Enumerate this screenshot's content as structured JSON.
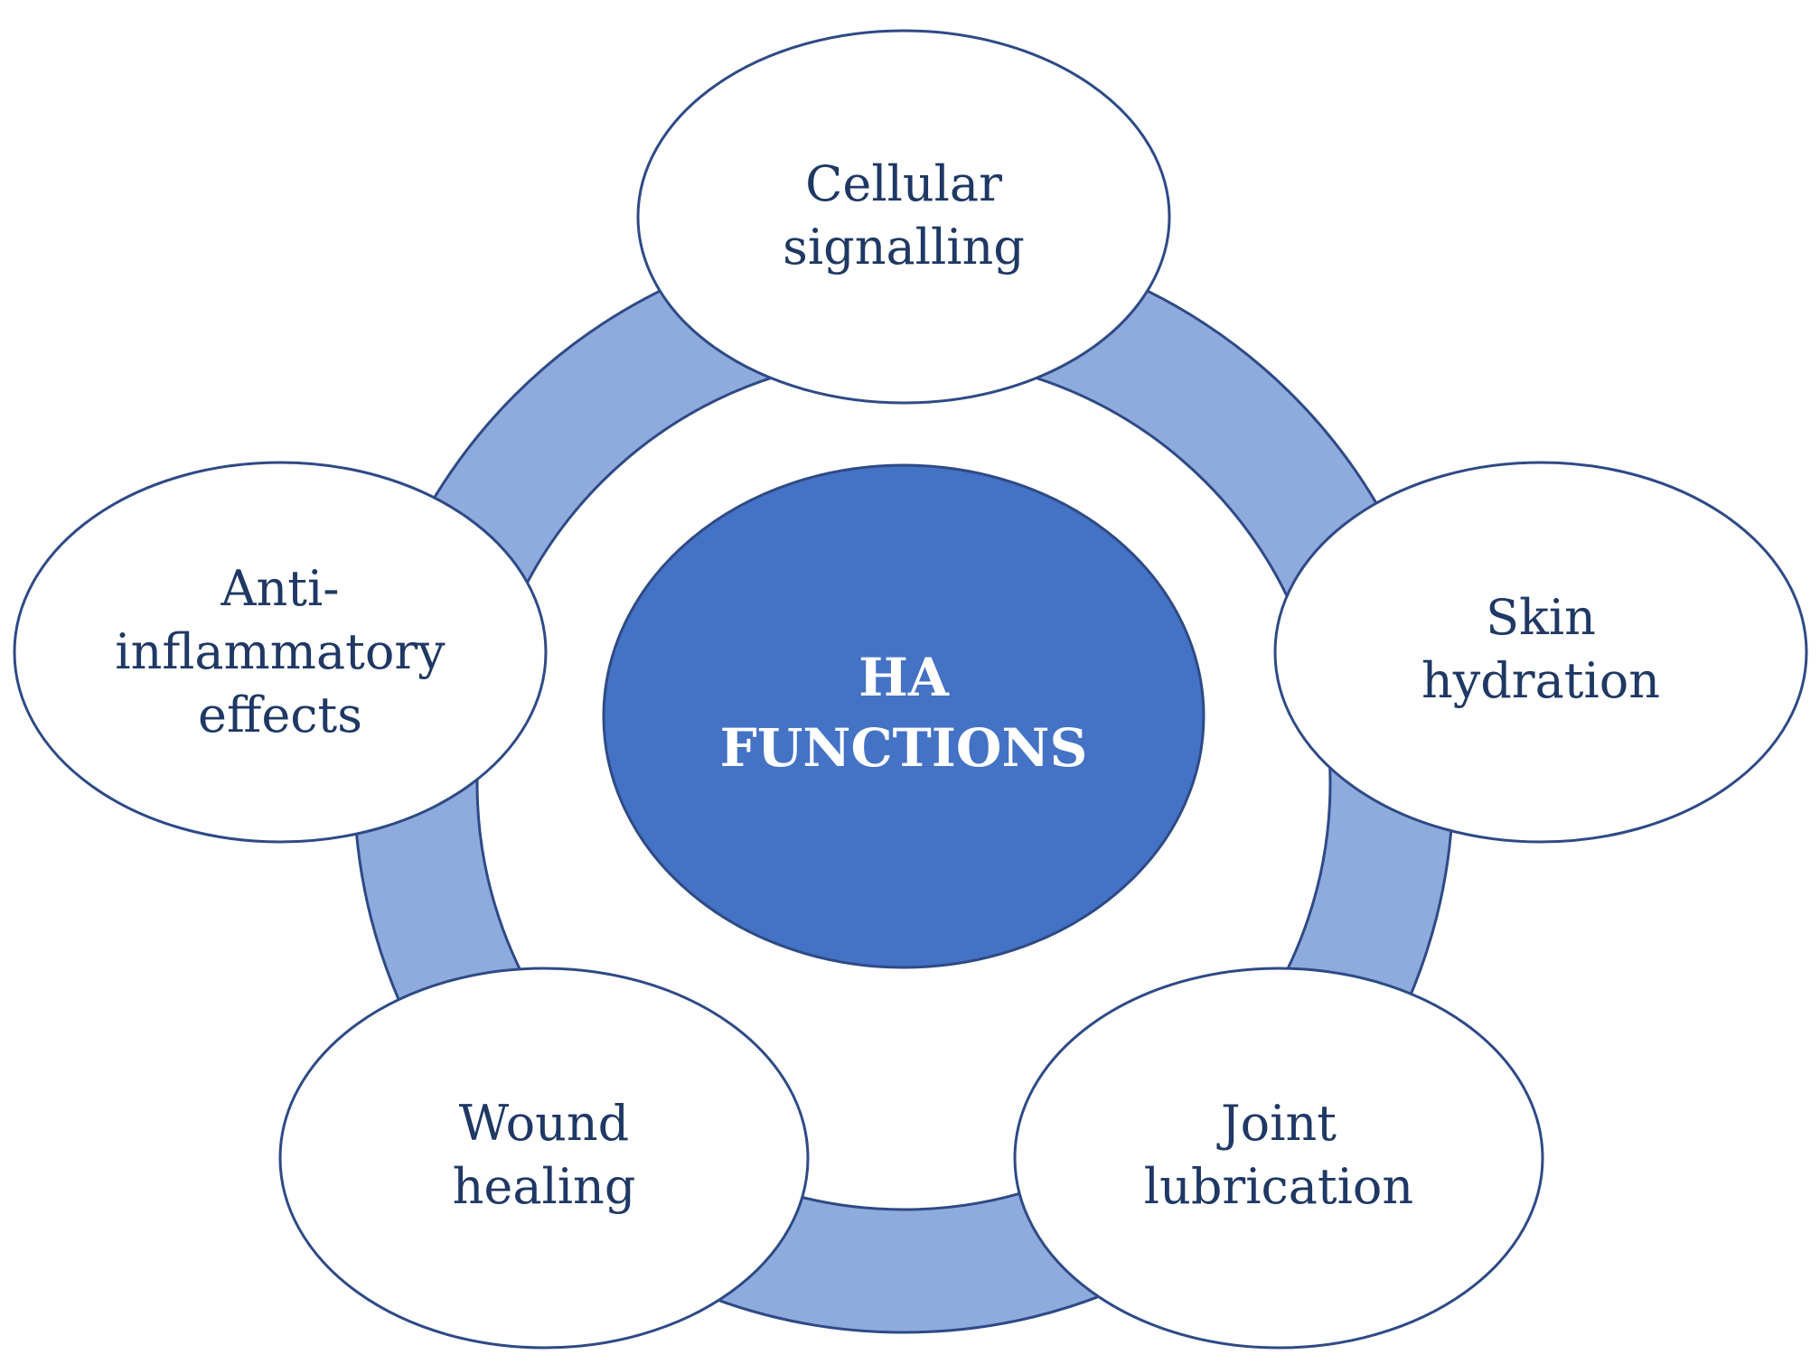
{
  "center": {
    "line1": "HA",
    "line2": "FUNCTIONS"
  },
  "nodes": {
    "cellular": {
      "line1": "Cellular",
      "line2": "signalling"
    },
    "skin": {
      "line1": "Skin",
      "line2": "hydration"
    },
    "joint": {
      "line1": "Joint",
      "line2": "lubrication"
    },
    "wound": {
      "line1": "Wound",
      "line2": "healing"
    },
    "anti": {
      "line1": "Anti-",
      "line2": "inflammatory",
      "line3": "effects"
    }
  },
  "colors": {
    "ring": "#8faadc",
    "center": "#4472c4",
    "outline": "#2e4a86",
    "text": "#1f3864"
  }
}
